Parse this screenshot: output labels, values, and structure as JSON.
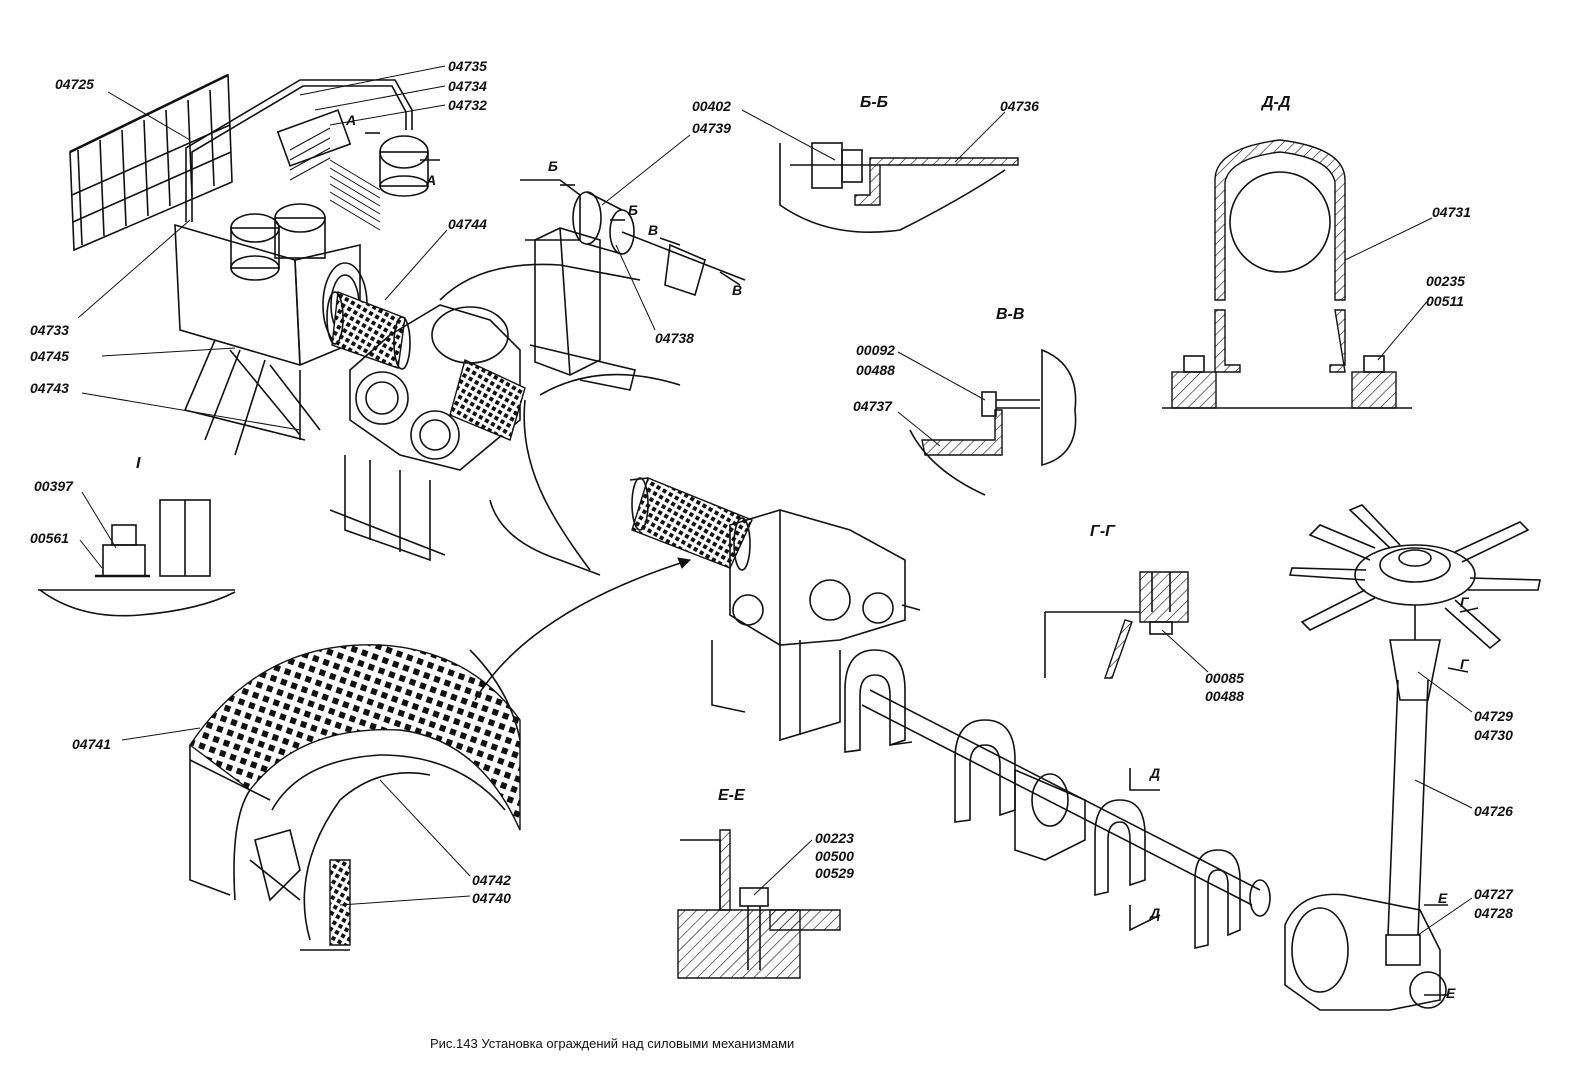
{
  "caption": "Рис.143 Установка  ограждений над силовыми механизмами",
  "sections": {
    "s1": "I",
    "bb": "Б-Б",
    "dd": "Д-Д",
    "vv": "В-В",
    "gg": "Г-Г",
    "ee": "Е-Е"
  },
  "cut_marks": {
    "a1": "А",
    "a2": "А",
    "b1": "Б",
    "b2": "Б",
    "v1": "В",
    "v2": "В",
    "g1": "Г",
    "g2": "Г",
    "d1": "Д",
    "d2": "Д",
    "e1": "Е",
    "e2": "Е"
  },
  "labels": {
    "p04725": "04725",
    "p04735": "04735",
    "p04734": "04734",
    "p04732": "04732",
    "p04733": "04733",
    "p04745": "04745",
    "p04743": "04743",
    "p04744": "04744",
    "p00402": "00402",
    "p04739": "04739",
    "p04738": "04738",
    "p04736": "04736",
    "p04731": "04731",
    "p00235": "00235",
    "p00511": "00511",
    "p00092": "00092",
    "p00488a": "00488",
    "p04737": "04737",
    "p00397": "00397",
    "p00561": "00561",
    "p00085": "00085",
    "p00488b": "00488",
    "p04729": "04729",
    "p04730": "04730",
    "p04726": "04726",
    "p04741": "04741",
    "p04742": "04742",
    "p04740": "04740",
    "p00223": "00223",
    "p00500": "00500",
    "p00529": "00529",
    "p04727": "04727",
    "p04728": "04728"
  }
}
